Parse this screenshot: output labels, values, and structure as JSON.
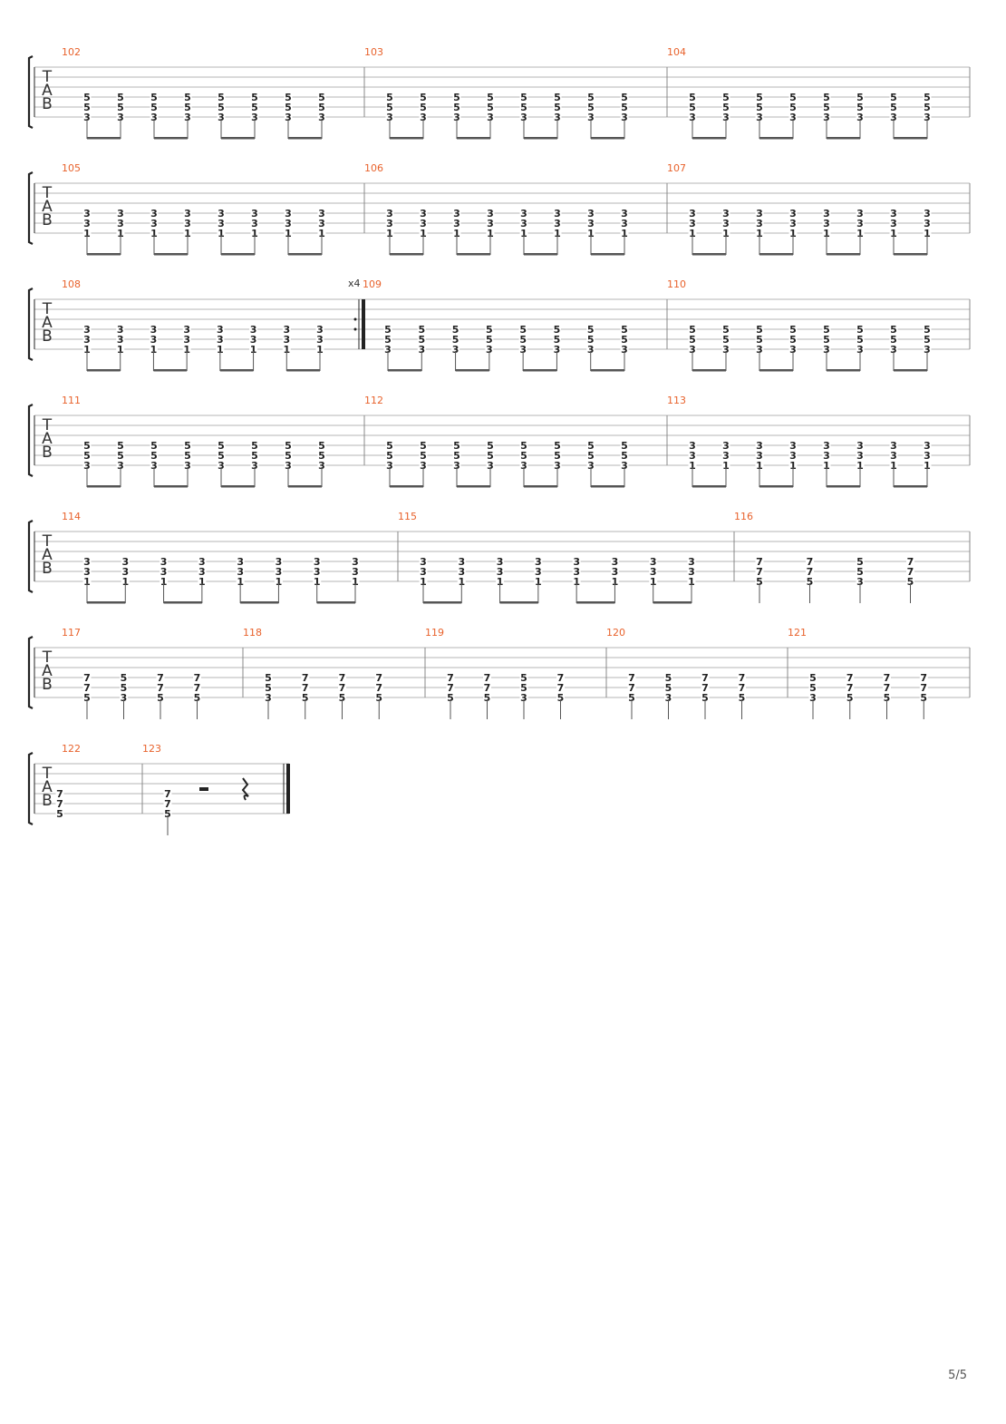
{
  "page": {
    "page_number": "5/5"
  },
  "tab_clef": [
    "T",
    "A",
    "B"
  ],
  "colors": {
    "measure_number": "#e8622c",
    "staff_line": "#b4b4b4",
    "ink": "#222222"
  },
  "systems": [
    {
      "measures": [
        {
          "number": "102",
          "beam": "pairs",
          "events": [
            [
              "5",
              "5",
              "3"
            ],
            [
              "5",
              "5",
              "3"
            ],
            [
              "5",
              "5",
              "3"
            ],
            [
              "5",
              "5",
              "3"
            ],
            [
              "5",
              "5",
              "3"
            ],
            [
              "5",
              "5",
              "3"
            ],
            [
              "5",
              "5",
              "3"
            ],
            [
              "5",
              "5",
              "3"
            ]
          ]
        },
        {
          "number": "103",
          "beam": "pairs",
          "events": [
            [
              "5",
              "5",
              "3"
            ],
            [
              "5",
              "5",
              "3"
            ],
            [
              "5",
              "5",
              "3"
            ],
            [
              "5",
              "5",
              "3"
            ],
            [
              "5",
              "5",
              "3"
            ],
            [
              "5",
              "5",
              "3"
            ],
            [
              "5",
              "5",
              "3"
            ],
            [
              "5",
              "5",
              "3"
            ]
          ]
        },
        {
          "number": "104",
          "beam": "pairs",
          "events": [
            [
              "5",
              "5",
              "3"
            ],
            [
              "5",
              "5",
              "3"
            ],
            [
              "5",
              "5",
              "3"
            ],
            [
              "5",
              "5",
              "3"
            ],
            [
              "5",
              "5",
              "3"
            ],
            [
              "5",
              "5",
              "3"
            ],
            [
              "5",
              "5",
              "3"
            ],
            [
              "5",
              "5",
              "3"
            ]
          ]
        }
      ]
    },
    {
      "measures": [
        {
          "number": "105",
          "beam": "pairs",
          "events": [
            [
              "3",
              "3",
              "1"
            ],
            [
              "3",
              "3",
              "1"
            ],
            [
              "3",
              "3",
              "1"
            ],
            [
              "3",
              "3",
              "1"
            ],
            [
              "3",
              "3",
              "1"
            ],
            [
              "3",
              "3",
              "1"
            ],
            [
              "3",
              "3",
              "1"
            ],
            [
              "3",
              "3",
              "1"
            ]
          ]
        },
        {
          "number": "106",
          "beam": "pairs",
          "events": [
            [
              "3",
              "3",
              "1"
            ],
            [
              "3",
              "3",
              "1"
            ],
            [
              "3",
              "3",
              "1"
            ],
            [
              "3",
              "3",
              "1"
            ],
            [
              "3",
              "3",
              "1"
            ],
            [
              "3",
              "3",
              "1"
            ],
            [
              "3",
              "3",
              "1"
            ],
            [
              "3",
              "3",
              "1"
            ]
          ]
        },
        {
          "number": "107",
          "beam": "pairs",
          "events": [
            [
              "3",
              "3",
              "1"
            ],
            [
              "3",
              "3",
              "1"
            ],
            [
              "3",
              "3",
              "1"
            ],
            [
              "3",
              "3",
              "1"
            ],
            [
              "3",
              "3",
              "1"
            ],
            [
              "3",
              "3",
              "1"
            ],
            [
              "3",
              "3",
              "1"
            ],
            [
              "3",
              "3",
              "1"
            ]
          ]
        }
      ]
    },
    {
      "measures": [
        {
          "number": "108",
          "beam": "pairs",
          "repeat_end": true,
          "repeat_count": "x4",
          "events": [
            [
              "3",
              "3",
              "1"
            ],
            [
              "3",
              "3",
              "1"
            ],
            [
              "3",
              "3",
              "1"
            ],
            [
              "3",
              "3",
              "1"
            ],
            [
              "3",
              "3",
              "1"
            ],
            [
              "3",
              "3",
              "1"
            ],
            [
              "3",
              "3",
              "1"
            ],
            [
              "3",
              "3",
              "1"
            ]
          ]
        },
        {
          "number": "109",
          "beam": "pairs",
          "events": [
            [
              "5",
              "5",
              "3"
            ],
            [
              "5",
              "5",
              "3"
            ],
            [
              "5",
              "5",
              "3"
            ],
            [
              "5",
              "5",
              "3"
            ],
            [
              "5",
              "5",
              "3"
            ],
            [
              "5",
              "5",
              "3"
            ],
            [
              "5",
              "5",
              "3"
            ],
            [
              "5",
              "5",
              "3"
            ]
          ]
        },
        {
          "number": "110",
          "beam": "pairs",
          "events": [
            [
              "5",
              "5",
              "3"
            ],
            [
              "5",
              "5",
              "3"
            ],
            [
              "5",
              "5",
              "3"
            ],
            [
              "5",
              "5",
              "3"
            ],
            [
              "5",
              "5",
              "3"
            ],
            [
              "5",
              "5",
              "3"
            ],
            [
              "5",
              "5",
              "3"
            ],
            [
              "5",
              "5",
              "3"
            ]
          ]
        }
      ]
    },
    {
      "measures": [
        {
          "number": "111",
          "beam": "pairs",
          "events": [
            [
              "5",
              "5",
              "3"
            ],
            [
              "5",
              "5",
              "3"
            ],
            [
              "5",
              "5",
              "3"
            ],
            [
              "5",
              "5",
              "3"
            ],
            [
              "5",
              "5",
              "3"
            ],
            [
              "5",
              "5",
              "3"
            ],
            [
              "5",
              "5",
              "3"
            ],
            [
              "5",
              "5",
              "3"
            ]
          ]
        },
        {
          "number": "112",
          "beam": "pairs",
          "events": [
            [
              "5",
              "5",
              "3"
            ],
            [
              "5",
              "5",
              "3"
            ],
            [
              "5",
              "5",
              "3"
            ],
            [
              "5",
              "5",
              "3"
            ],
            [
              "5",
              "5",
              "3"
            ],
            [
              "5",
              "5",
              "3"
            ],
            [
              "5",
              "5",
              "3"
            ],
            [
              "5",
              "5",
              "3"
            ]
          ]
        },
        {
          "number": "113",
          "beam": "pairs",
          "events": [
            [
              "3",
              "3",
              "1"
            ],
            [
              "3",
              "3",
              "1"
            ],
            [
              "3",
              "3",
              "1"
            ],
            [
              "3",
              "3",
              "1"
            ],
            [
              "3",
              "3",
              "1"
            ],
            [
              "3",
              "3",
              "1"
            ],
            [
              "3",
              "3",
              "1"
            ],
            [
              "3",
              "3",
              "1"
            ]
          ]
        }
      ]
    },
    {
      "measures": [
        {
          "number": "114",
          "beam": "pairs",
          "events": [
            [
              "3",
              "3",
              "1"
            ],
            [
              "3",
              "3",
              "1"
            ],
            [
              "3",
              "3",
              "1"
            ],
            [
              "3",
              "3",
              "1"
            ],
            [
              "3",
              "3",
              "1"
            ],
            [
              "3",
              "3",
              "1"
            ],
            [
              "3",
              "3",
              "1"
            ],
            [
              "3",
              "3",
              "1"
            ]
          ]
        },
        {
          "number": "115",
          "beam": "pairs",
          "events": [
            [
              "3",
              "3",
              "1"
            ],
            [
              "3",
              "3",
              "1"
            ],
            [
              "3",
              "3",
              "1"
            ],
            [
              "3",
              "3",
              "1"
            ],
            [
              "3",
              "3",
              "1"
            ],
            [
              "3",
              "3",
              "1"
            ],
            [
              "3",
              "3",
              "1"
            ],
            [
              "3",
              "3",
              "1"
            ]
          ]
        },
        {
          "number": "116",
          "beam": "none",
          "events": [
            [
              "7",
              "7",
              "5"
            ],
            [
              "7",
              "7",
              "5"
            ],
            [
              "5",
              "5",
              "3"
            ],
            [
              "7",
              "7",
              "5"
            ]
          ]
        }
      ]
    },
    {
      "measures": [
        {
          "number": "117",
          "beam": "none",
          "events": [
            [
              "7",
              "7",
              "5"
            ],
            [
              "5",
              "5",
              "3"
            ],
            [
              "7",
              "7",
              "5"
            ],
            [
              "7",
              "7",
              "5"
            ]
          ]
        },
        {
          "number": "118",
          "beam": "none",
          "events": [
            [
              "5",
              "5",
              "3"
            ],
            [
              "7",
              "7",
              "5"
            ],
            [
              "7",
              "7",
              "5"
            ],
            [
              "7",
              "7",
              "5"
            ]
          ]
        },
        {
          "number": "119",
          "beam": "none",
          "events": [
            [
              "7",
              "7",
              "5"
            ],
            [
              "7",
              "7",
              "5"
            ],
            [
              "5",
              "5",
              "3"
            ],
            [
              "7",
              "7",
              "5"
            ]
          ]
        },
        {
          "number": "120",
          "beam": "none",
          "events": [
            [
              "7",
              "7",
              "5"
            ],
            [
              "5",
              "5",
              "3"
            ],
            [
              "7",
              "7",
              "5"
            ],
            [
              "7",
              "7",
              "5"
            ]
          ]
        },
        {
          "number": "121",
          "beam": "none",
          "events": [
            [
              "5",
              "5",
              "3"
            ],
            [
              "7",
              "7",
              "5"
            ],
            [
              "7",
              "7",
              "5"
            ],
            [
              "7",
              "7",
              "5"
            ]
          ]
        }
      ]
    },
    {
      "measures": [
        {
          "number": "122",
          "beam": "none",
          "stems": false,
          "events": [
            [
              "7",
              "7",
              "5"
            ]
          ]
        },
        {
          "number": "123",
          "beam": "none",
          "final": true,
          "events": [
            [
              "7",
              "7",
              "5"
            ]
          ],
          "rests": [
            "half-rest",
            "quarter-rest"
          ]
        }
      ]
    }
  ]
}
